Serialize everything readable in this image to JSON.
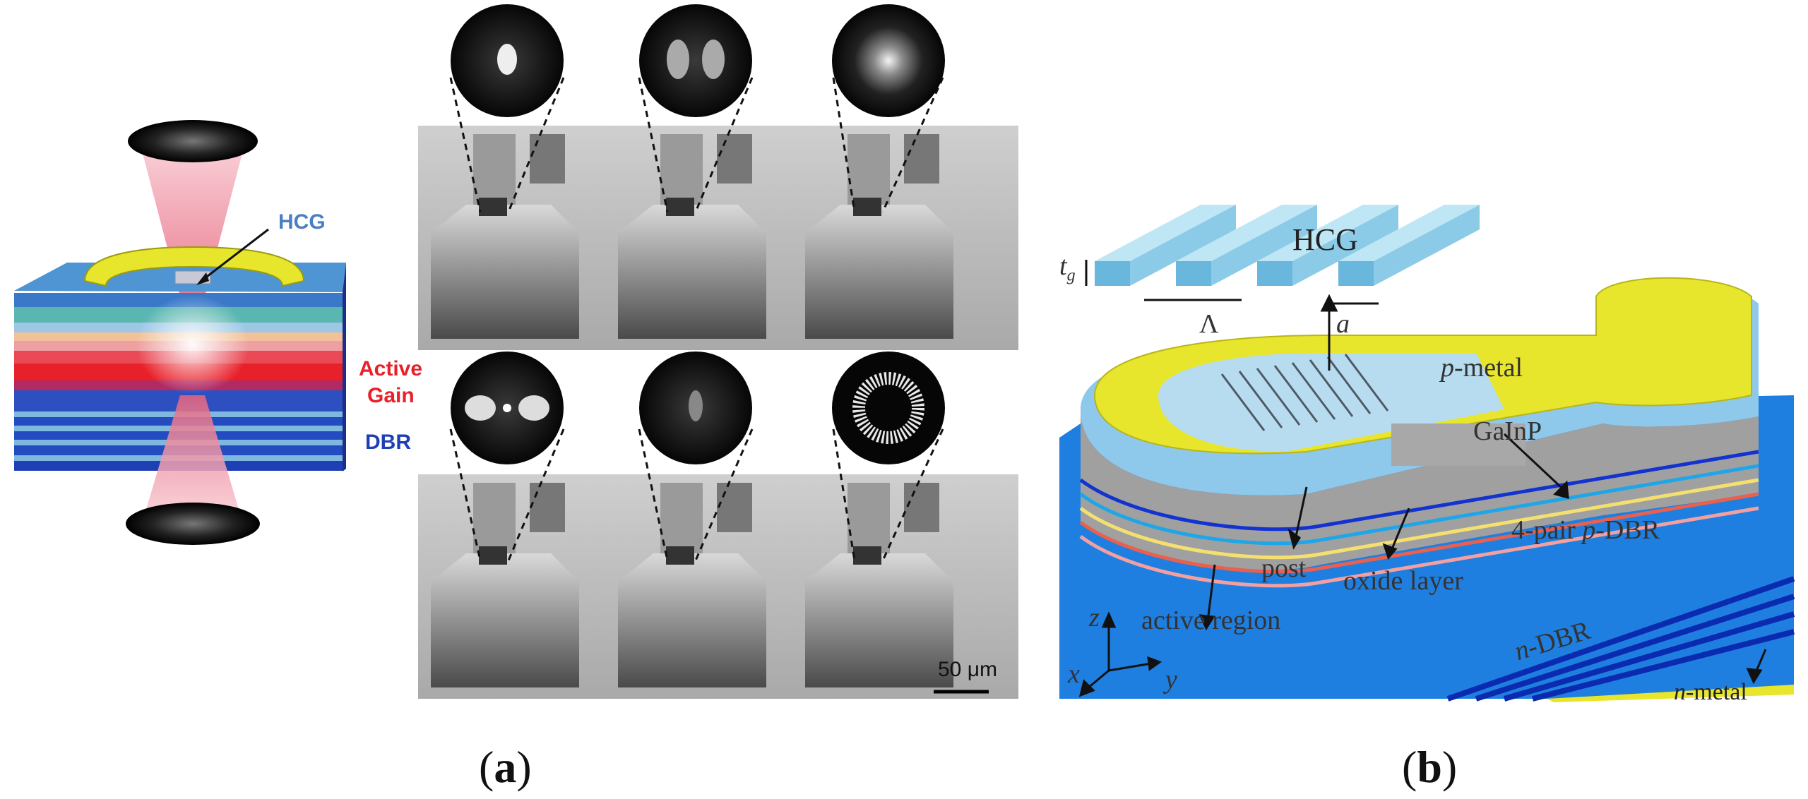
{
  "left_schematic": {
    "labels": {
      "hcg": "HCG",
      "active": "Active",
      "gain": "Gain",
      "dbr": "DBR"
    },
    "colors": {
      "hcg": "#4a7fc4",
      "active": "#e8202a",
      "dbr": "#1f3fb5"
    }
  },
  "panel_a": {
    "scale_bar": "50 μm",
    "caption_open": "(",
    "caption_letter": "a",
    "caption_close": ")"
  },
  "panel_b": {
    "hcg": "HCG",
    "t_sym": "t",
    "t_sub": "g",
    "lambda": "Λ",
    "a": "a",
    "p_metal_i": "p",
    "p_metal_rest": "-metal",
    "gainp": "GaInP",
    "pdbr_pre": "4-pair ",
    "pdbr_i": "p",
    "pdbr_rest": "-DBR",
    "post": "post",
    "oxide": "oxide layer",
    "active": "active region",
    "ndbr_i": "n",
    "ndbr_rest": "-DBR",
    "nmetal_i": "n",
    "nmetal_rest": "-metal",
    "axis_z": "z",
    "axis_x": "x",
    "axis_y": "y",
    "caption_open": "(",
    "caption_letter": "b",
    "caption_close": ")"
  }
}
